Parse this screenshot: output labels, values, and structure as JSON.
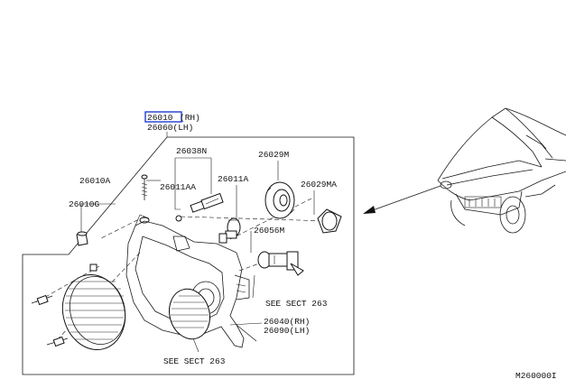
{
  "parts": {
    "p26010": "26010",
    "p26010_rh": "(RH)",
    "p26060_lh": "26060(LH)",
    "p26038N": "26038N",
    "p26011AA": "26011AA",
    "p26011A": "26011A",
    "p26029M": "26029M",
    "p26029MA": "26029MA",
    "p26010A": "26010A",
    "p26010G": "26010G",
    "p26056M": "26056M",
    "p26040_rh": "26040(RH)",
    "p26090_lh": "26090(LH)"
  },
  "references": {
    "see_sect_right": "SEE SECT 263",
    "see_sect_bottom": "SEE SECT 263"
  },
  "figure_code": "M260000I",
  "colors": {
    "line": "#1a1a1a",
    "highlight": "#1f3fd1",
    "background": "#ffffff"
  }
}
